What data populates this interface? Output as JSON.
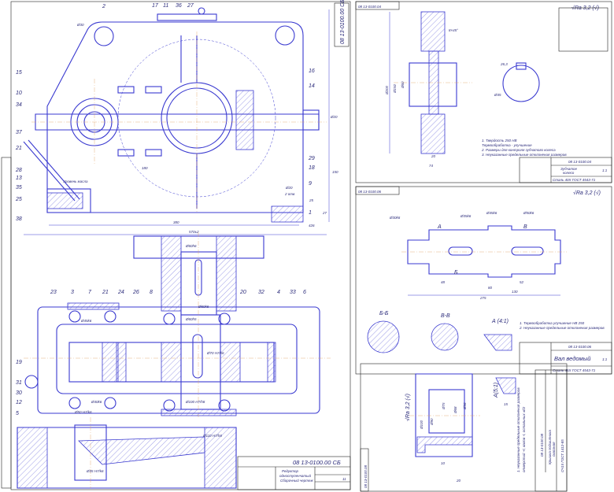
{
  "sheet1": {
    "designation": "08 13-0100.00 СБ",
    "title_lines": [
      "Редуктор",
      "одноступенчатый",
      "Сборочный чертеж"
    ],
    "sheets_count": "11",
    "position_labels_top": [
      "2",
      "17",
      "11",
      "36",
      "27",
      "15",
      "10",
      "34",
      "37",
      "21",
      "28",
      "13",
      "35",
      "25",
      "38",
      "16",
      "14",
      "29",
      "18",
      "9",
      "1"
    ],
    "position_labels_bottom": [
      "23",
      "3",
      "7",
      "21",
      "24",
      "26",
      "8",
      "20",
      "32",
      "4",
      "33",
      "6",
      "19",
      "31",
      "30",
      "12",
      "5"
    ],
    "dimensions_top": [
      "Ø30",
      "Уровень масла",
      "180",
      "380",
      "570±2",
      "150",
      "Ø20",
      "2 отв",
      "25",
      "27",
      "426",
      "Ø20"
    ],
    "dimensions_bottom": [
      "Ø60h6",
      "Ø60h5",
      "Ø60k6",
      "Ø45k6",
      "Ø70 H7/k6",
      "Ø50 H7/k6",
      "Ø40k6",
      "Ø110 H7/h8",
      "Ø35 H7/k6",
      "Ø100 H7/h8"
    ]
  },
  "sheet2": {
    "designation": "08 13-0100.04",
    "title_lines": [
      "Зубчатое",
      "колесо"
    ],
    "material": "Сталь 40Х ГОСТ 4543-71",
    "scale": "1:1",
    "roughness": "√Ra 3,2 (√)",
    "dimensions": [
      "Ø200",
      "Ø192",
      "Ø60",
      "8×45°",
      "74",
      "20",
      "26,3",
      "Ø45"
    ],
    "notes": [
      "1. Твердость 250 НВ",
      "Термообработка - улучшение",
      "2. Размеры для контроля зубчатого колеса",
      "3. Неуказанные предельные отклонения размеров"
    ]
  },
  "sheet3": {
    "designation": "08 13-0100.06",
    "title": "Вал ведомый",
    "material": "Сталь 45Х ГОСТ 4543-71",
    "scale": "1:1",
    "section_labels": [
      "А",
      "Б-Б",
      "В-В",
      "А (4:1)",
      "Б",
      "В"
    ],
    "dimensions": [
      "Ø30k6",
      "Ø35k6",
      "Ø45k6",
      "Ø50k6",
      "48",
      "52",
      "80",
      "275",
      "130"
    ],
    "notes": [
      "1. Термообработка улучшение НВ 250",
      "2. Неуказанные предельные отклонения размеров"
    ]
  },
  "sheet4": {
    "designation": "08 13-0100.08",
    "title_lines": [
      "Крышка подшипника",
      "сквозная"
    ],
    "material": "СЧ15 ГОСТ 1412-85",
    "roughness": "√Ra 3,2 (√)",
    "detail": "А(5:1)",
    "dimensions": [
      "Ø100",
      "Ø90",
      "Ø75",
      "Ø68",
      "Ø56",
      "10",
      "20",
      "15"
    ],
    "notes": [
      "1. Неуказанные предельные отклонения размеров",
      "отверстий +t, валов -t, остальных ±t/2"
    ]
  }
}
